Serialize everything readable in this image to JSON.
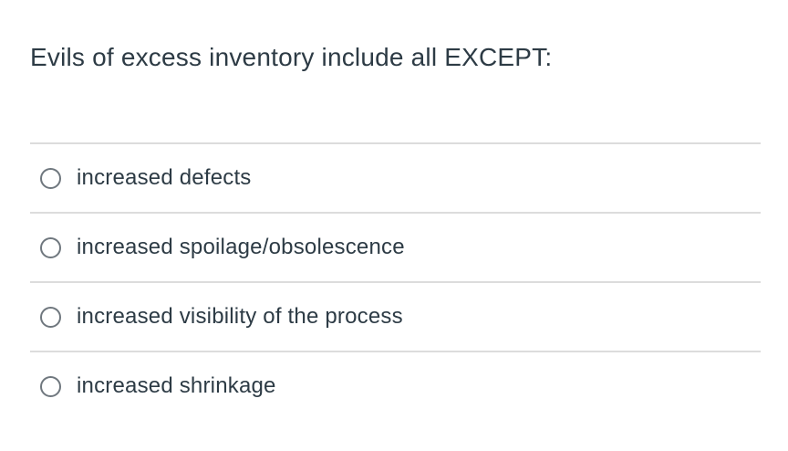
{
  "question": {
    "title": "Evils of excess inventory include all EXCEPT:"
  },
  "options": [
    {
      "label": "increased defects",
      "selected": false
    },
    {
      "label": "increased spoilage/obsolescence",
      "selected": false
    },
    {
      "label": "increased visibility of the process",
      "selected": false
    },
    {
      "label": "increased shrinkage",
      "selected": false
    }
  ],
  "colors": {
    "text": "#2d3b45",
    "divider": "#dcdcdc",
    "radio_border": "#6f777e",
    "background": "#ffffff"
  }
}
